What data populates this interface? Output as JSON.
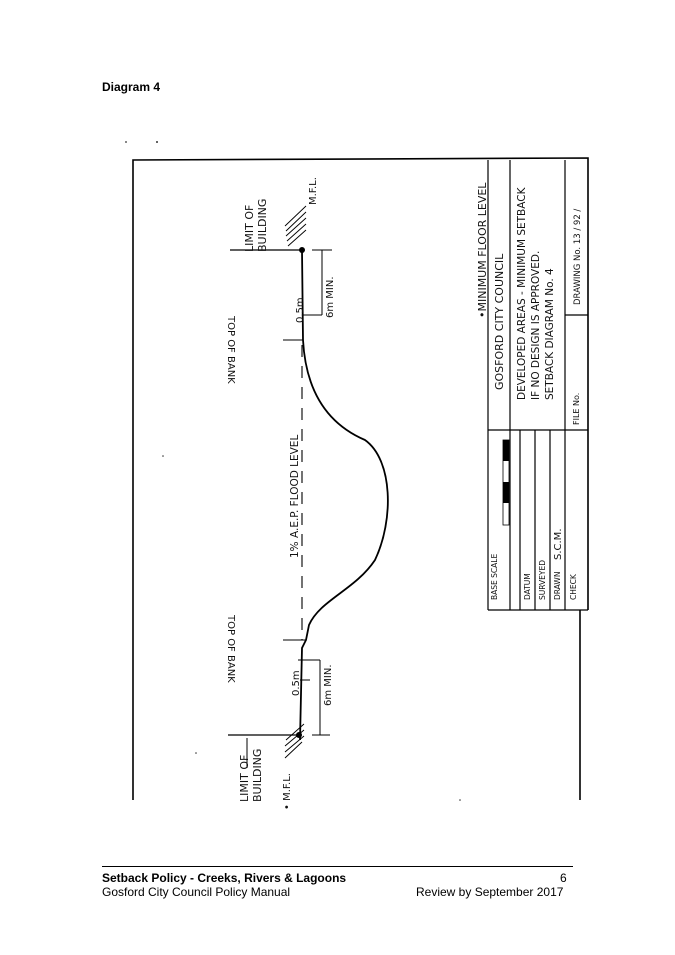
{
  "page": {
    "heading": "Diagram 4"
  },
  "drawing": {
    "left_side": {
      "limit_label_1": "LIMIT OF",
      "limit_label_2": "BUILDING",
      "mfl": "• M.F.L.",
      "offset": "0.5m",
      "min": "6m MIN.",
      "top_of_bank": "TOP OF BANK"
    },
    "right_side": {
      "limit_label_1": "LIMIT OF",
      "limit_label_2": "BUILDING",
      "mfl": "M.F.L.",
      "offset": "0.5m",
      "min": "6m MIN.",
      "top_of_bank": "TOP OF BANK"
    },
    "flood_level": "1% A.E.P. FLOOD LEVEL",
    "title_block": {
      "legend": "•MINIMUM FLOOR LEVEL",
      "council": "GOSFORD   CITY   COUNCIL",
      "desc_1": "DEVELOPED AREAS - MINIMUM SETBACK",
      "desc_2": "IF NO DESIGN IS APPROVED.",
      "desc_3": "SETBACK DIAGRAM No. 4",
      "file_no": "FILE No.",
      "drawing_no": "DRAWING No.  13 / 92 /",
      "base_scale": "BASE SCALE",
      "datum": "DATUM",
      "surveyed": "SURVEYED",
      "drawn": "DRAWN",
      "drawn_by": "S.C.M.",
      "check": "CHECK"
    }
  },
  "footer": {
    "title": "Setback Policy - Creeks, Rivers & Lagoons",
    "page_number": "6",
    "manual": "Gosford City Council Policy Manual",
    "review": "Review by September 2017"
  }
}
